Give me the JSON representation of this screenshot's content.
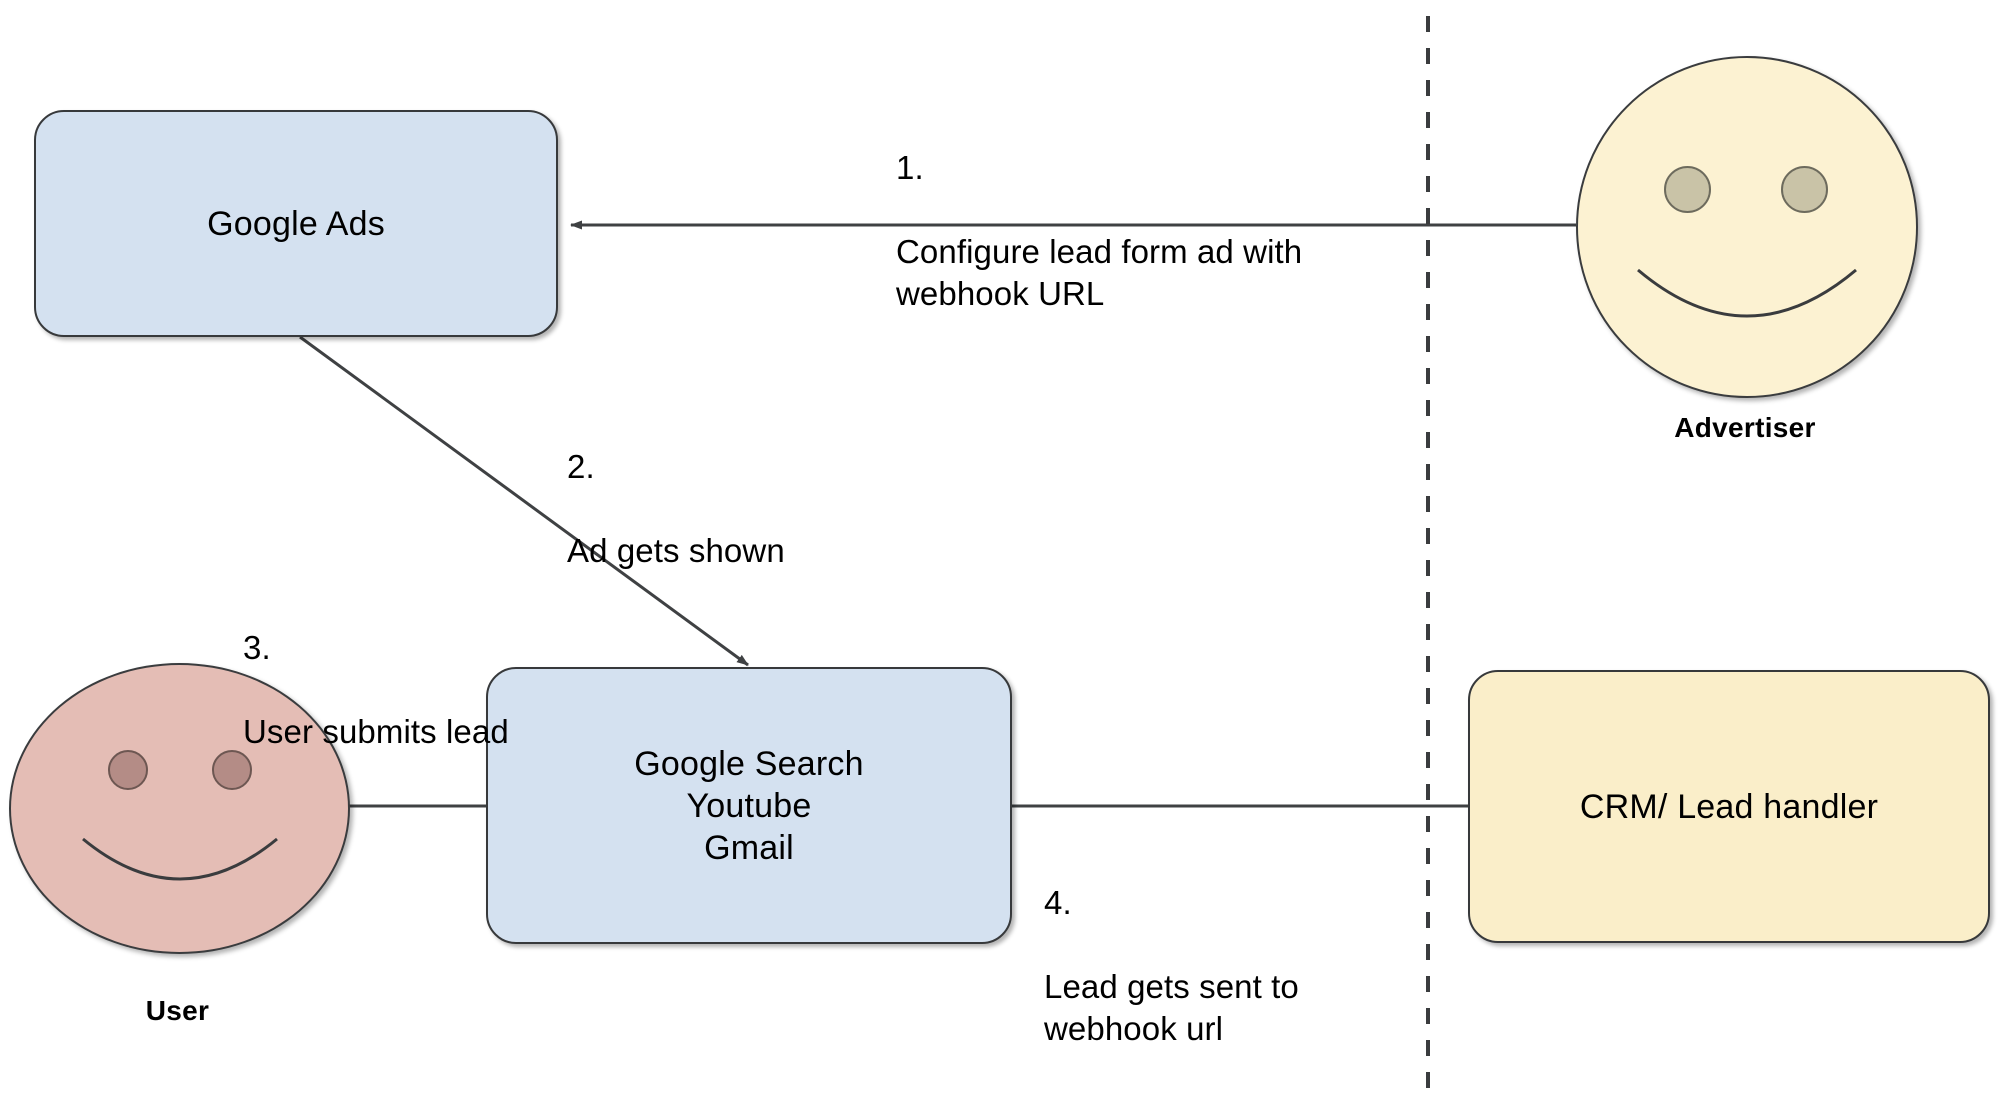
{
  "diagram": {
    "title": "Google Ads lead form webhook flow",
    "background": "#ffffff",
    "divider": {
      "name": "vertical-dashed-divider",
      "color": "#3a3c3e"
    },
    "colors": {
      "box_blue": "#d4e1f0",
      "box_yellow": "#faeec9",
      "face_yellow": "#fcf2d2",
      "face_pink": "#e4bdb5",
      "eye_yellow": "#c9c3a7",
      "eye_pink": "#b48c86",
      "stroke": "#37393b"
    }
  },
  "nodes": {
    "google_ads": {
      "label": "Google Ads"
    },
    "google_surfaces": {
      "label": "Google Search\nYoutube\nGmail"
    },
    "crm": {
      "label": "CRM/ Lead handler"
    },
    "advertiser": {
      "caption": "Advertiser"
    },
    "user": {
      "caption": "User"
    }
  },
  "edges": [
    {
      "id": "e1",
      "number": "1.",
      "text": "Configure lead form ad with\nwebhook URL",
      "from": "advertiser",
      "to": "google_ads"
    },
    {
      "id": "e2",
      "number": "2.",
      "text": "Ad gets shown",
      "from": "google_ads",
      "to": "google_surfaces"
    },
    {
      "id": "e3",
      "number": "3.",
      "text": "User submits lead",
      "from": "user",
      "to": "google_surfaces"
    },
    {
      "id": "e4",
      "number": "4.",
      "text": "Lead gets sent to\nwebhook url",
      "from": "google_surfaces",
      "to": "crm"
    }
  ]
}
